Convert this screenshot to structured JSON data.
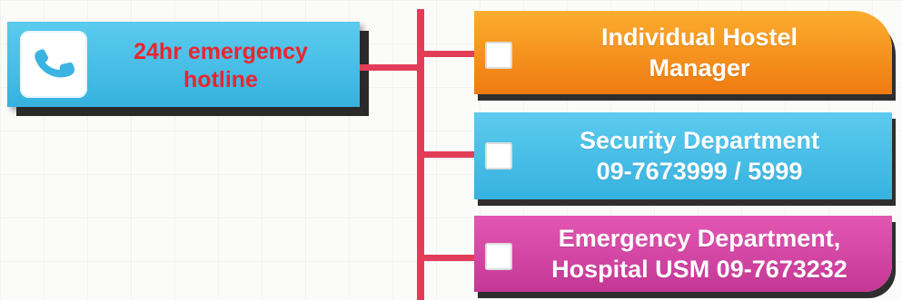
{
  "hotline": {
    "label": "24hr emergency\nhotline",
    "icon": "phone-icon"
  },
  "contacts": [
    {
      "label": "Individual Hostel\nManager"
    },
    {
      "label": "Security Department\n09-7673999 / 5999"
    },
    {
      "label": "Emergency Department,\nHospital USM 09-7673232"
    }
  ],
  "colors": {
    "hotline_bg": "#36b2e0",
    "hotline_text": "#e8262f",
    "connector": "#e23d58",
    "hostel_box": "#f07a11",
    "security_box": "#36b2e0",
    "emergency_box": "#c53796"
  }
}
